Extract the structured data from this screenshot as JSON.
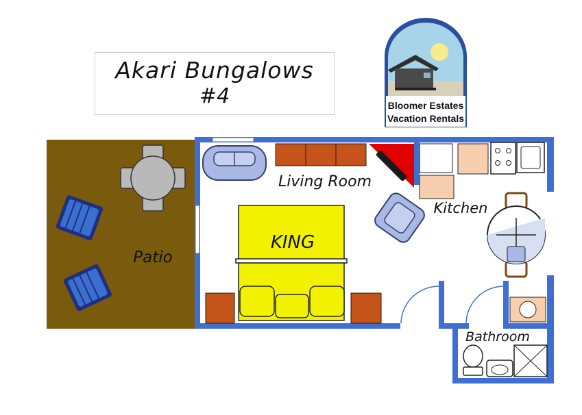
{
  "title": {
    "line1": "Akari Bungalows",
    "line2": "#4"
  },
  "logo": {
    "line1": "Bloomer Estates",
    "line2": "Vacation Rentals",
    "icon": "bungalow-sun-logo"
  },
  "rooms": {
    "patio": "Patio",
    "living_room": "Living Room",
    "kitchen": "Kitchen",
    "bathroom": "Bathroom",
    "bed": "KING"
  },
  "colors": {
    "wall": "#3f6fd1",
    "patio": "#7a5a0c",
    "bed": "#f2f200",
    "furniture": "#c4541a",
    "chair": "#3a6fd0",
    "sofa": "#aab8e6",
    "counter": "#f8cfae",
    "accent": "#e00000"
  }
}
